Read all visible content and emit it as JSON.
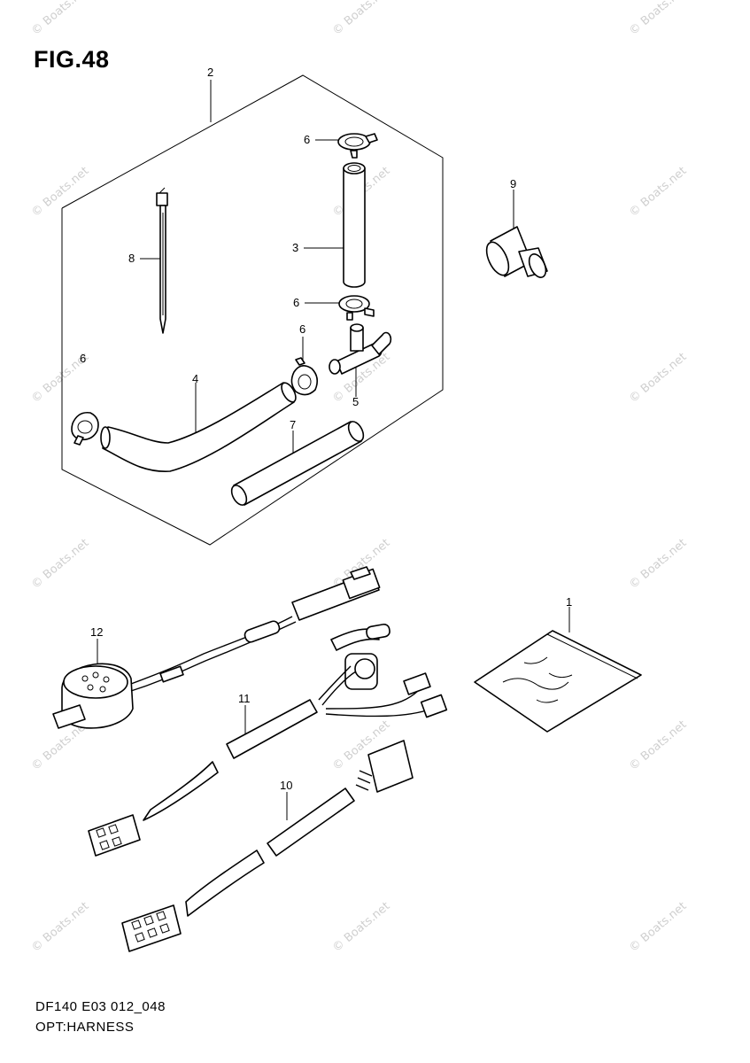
{
  "figure": {
    "title": "FIG.48",
    "drawing_code": "DF140 E03 012_048",
    "drawing_name": "OPT:HARNESS"
  },
  "callouts": [
    {
      "id": "c2",
      "label": "2"
    },
    {
      "id": "c6a",
      "label": "6"
    },
    {
      "id": "c8",
      "label": "8"
    },
    {
      "id": "c3",
      "label": "3"
    },
    {
      "id": "c6b",
      "label": "6"
    },
    {
      "id": "c6c",
      "label": "6"
    },
    {
      "id": "c6d",
      "label": "6"
    },
    {
      "id": "c4",
      "label": "4"
    },
    {
      "id": "c5",
      "label": "5"
    },
    {
      "id": "c7",
      "label": "7"
    },
    {
      "id": "c9",
      "label": "9"
    },
    {
      "id": "c1",
      "label": "1"
    },
    {
      "id": "c12",
      "label": "12"
    },
    {
      "id": "c11",
      "label": "11"
    },
    {
      "id": "c10",
      "label": "10"
    }
  ],
  "watermark": "© Boats.net"
}
